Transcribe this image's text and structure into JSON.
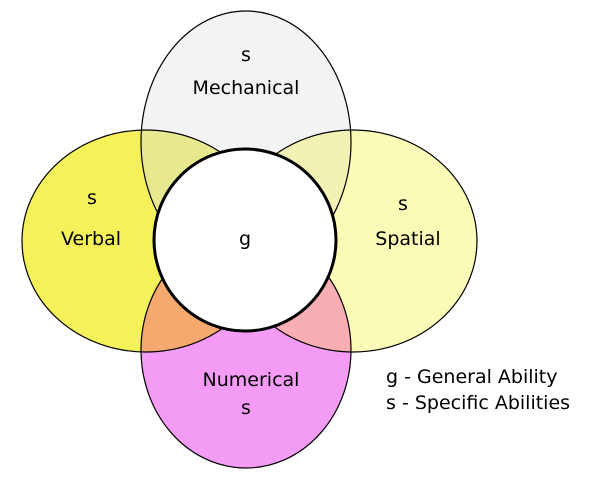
{
  "regions": {
    "mechanical": {
      "symbol": "s",
      "label": "Mechanical",
      "color": "#f3f3f3"
    },
    "verbal": {
      "symbol": "s",
      "label": "Verbal",
      "color": "#f4f15a"
    },
    "spatial": {
      "symbol": "s",
      "label": "Spatial",
      "color": "#fafbb6"
    },
    "numerical": {
      "symbol": "s",
      "label": "Numerical",
      "color": "#f49cf5"
    },
    "general": {
      "symbol": "g",
      "color": "#ffffff"
    }
  },
  "overlaps": {
    "mechanical_verbal": "#e8e98e",
    "mechanical_spatial": "#f2f2b4",
    "verbal_numerical": "#f6a96f",
    "spatial_numerical": "#f8aeb2"
  },
  "legend": [
    {
      "text": "g - General Ability"
    },
    {
      "text": "s - Specific Abilities"
    }
  ]
}
